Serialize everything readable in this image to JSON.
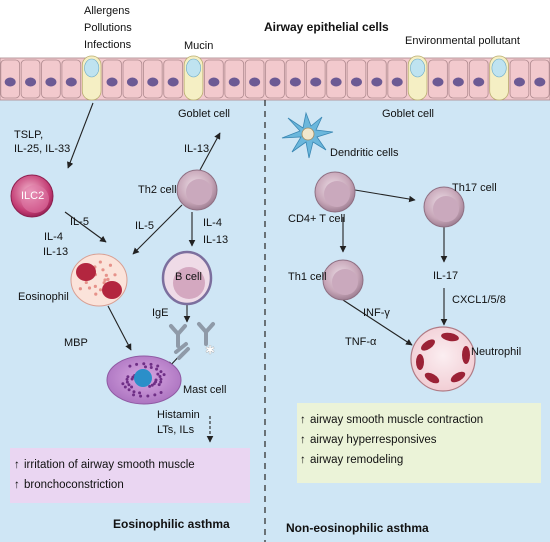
{
  "header": {
    "triggers": [
      "Allergens",
      "Pollutions",
      "Infections"
    ],
    "title": "Airway epithelial cells",
    "mucin": "Mucin",
    "env_pollutant": "Environmental pollutant"
  },
  "left": {
    "cytokines_epi": [
      "TSLP,",
      "IL-25, IL-33"
    ],
    "goblet": "Goblet cell",
    "il13_top": "IL-13",
    "ilc2": "ILC2",
    "th2": "Th2 cell",
    "il5_ilc": "IL-5",
    "il4_ilc": "IL-4",
    "il13_ilc": "IL-13",
    "il5_th2": "IL-5",
    "il4_th2": "IL-4",
    "il13_th2": "IL-13",
    "bcell": "B cell",
    "eosinophil": "Eosinophil",
    "ige": "IgE",
    "mbp": "MBP",
    "mast": "Mast cell",
    "mediators": [
      "Histamin",
      "LTs, ILs"
    ],
    "effects": [
      "irritation of airway smooth muscle",
      "bronchoconstriction"
    ],
    "section_title": "Eosinophilic asthma"
  },
  "right": {
    "goblet": "Goblet cell",
    "dendritic": "Dendritic cells",
    "cd4": "CD4+ T cell",
    "th17": "Th17 cell",
    "th1": "Th1 cell",
    "il17": "IL-17",
    "cxcl": "CXCL1/5/8",
    "infg": "INF-γ",
    "tnfa": "TNF-α",
    "neutrophil": "Neutrophil",
    "effects": [
      "airway smooth muscle contraction",
      "airway hyperresponsives",
      "airway remodeling"
    ],
    "section_title": "Non-eosinophilic asthma"
  },
  "colors": {
    "background": "#cfe6f5",
    "epithelium": "#f2c9cd",
    "goblet": "#f5efc4",
    "nucleus": "#6c5a94",
    "left_box": "#ead6f2",
    "right_box": "#ebf3d8"
  }
}
